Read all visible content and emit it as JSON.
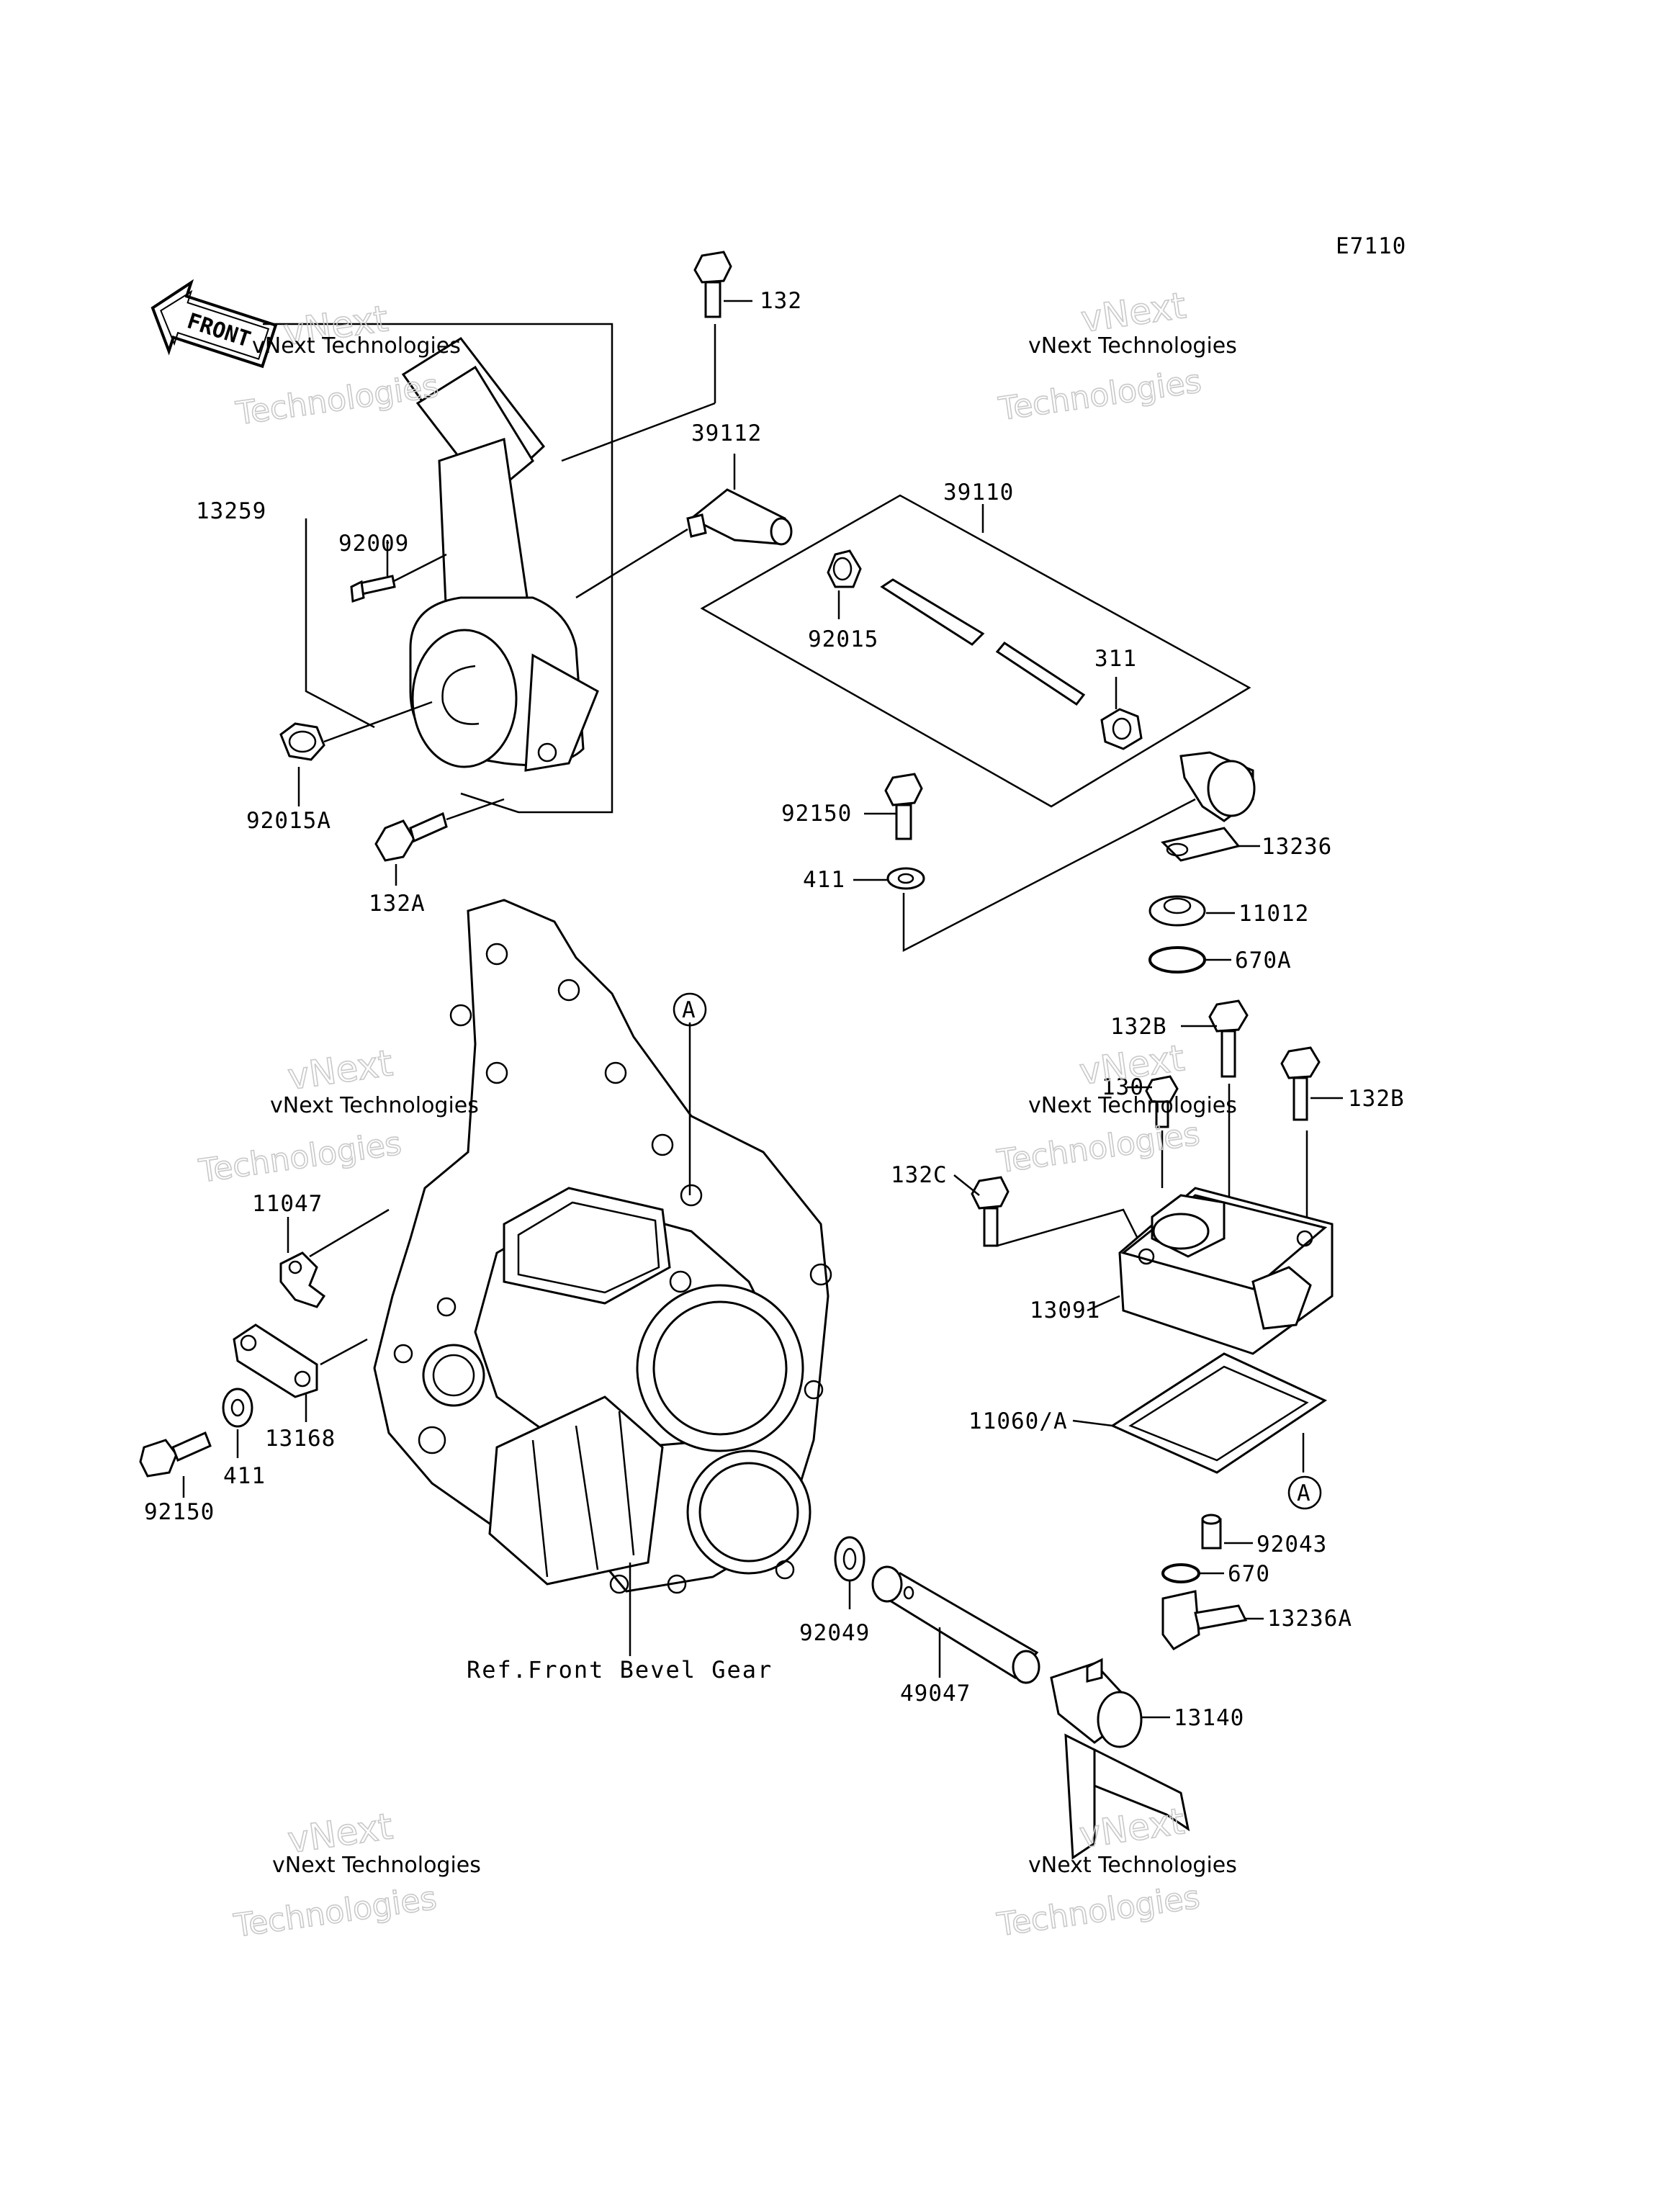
{
  "diagram_code": "E7110",
  "front_marker": "FRONT",
  "reference_note": "Ref.Front Bevel Gear",
  "callout_letter": "A",
  "watermark": {
    "line1": "vNext Technologies",
    "line2": "vNext",
    "line3": "Technologies"
  },
  "part_labels": {
    "p132": "132",
    "p39112": "39112",
    "p39110": "39110",
    "p13259": "13259",
    "p92009": "92009",
    "p92015": "92015",
    "p311": "311",
    "p92015A": "92015A",
    "p92150_top": "92150",
    "p13236": "13236",
    "p132A": "132A",
    "p411_top": "411",
    "p11012": "11012",
    "p670A": "670A",
    "p132B_1": "132B",
    "p130": "130",
    "p132B_2": "132B",
    "p132C": "132C",
    "p11047": "11047",
    "p13091": "13091",
    "p13168": "13168",
    "p411_bottom": "411",
    "p92150_bottom": "92150",
    "p11060A": "11060/A",
    "p92043": "92043",
    "p670": "670",
    "p13236A": "13236A",
    "p92049": "92049",
    "p49047": "49047",
    "p13140": "13140"
  }
}
